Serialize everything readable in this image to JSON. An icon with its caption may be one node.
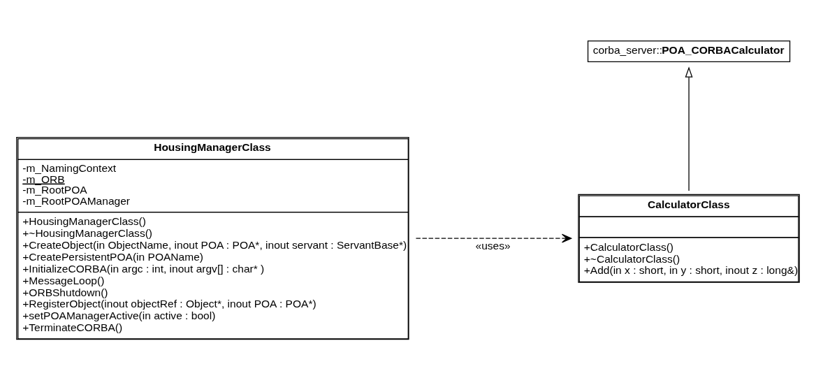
{
  "diagram": {
    "nodes": [
      {
        "text": [
          "corba_server::**POA_CORBACalculator**"
        ]
      },
      {
        "text": [
          "CalculatorClass",
          "+CalculatorClass()",
          "+~CalculatorClass()",
          "+Add(in x : short, in y : short, inout z : long&)"
        ]
      },
      {
        "text": [
          "HousingManagerClass",
          "-m_NamingContext",
          "-m_ORB",
          "-m_RootPOA",
          "-m_RootPOAManager",
          "+HousingManagerClass()",
          "+~HousingManagerClass()",
          "+CreateObject(in ObjectName, inout POA : POA*, inout servant : ServantBase*)",
          "+CreatePersistentPOA(in POAName)",
          "+InitializeCORBA(in argc : int, inout argv[] : char* )",
          "+MessageLoop()",
          "+ORBShutdown()",
          "+RegisterObject(inout objectRef : Object*, inout POA : POA*)",
          "+setPOAManagerActive(in active : bool)",
          "+TerminateCORBA()"
        ]
      }
    ],
    "edges": [
      {
        "from": 1,
        "to": 0,
        "arrow": "to"
      },
      {
        "from": 2,
        "to": 1,
        "arrow": "to",
        "style": "dashed",
        "label": "«uses»"
      }
    ]
  }
}
